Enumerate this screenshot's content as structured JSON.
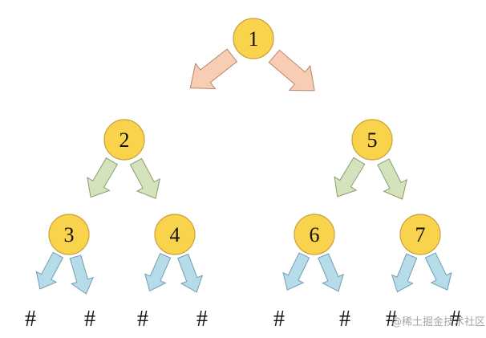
{
  "colors": {
    "node_fill": "#f9d34c",
    "node_stroke": "#c7a13a",
    "arrow_level1_fill": "#f8cdb4",
    "arrow_level1_stroke": "#b5856b",
    "arrow_level2_fill": "#d5e3bc",
    "arrow_level2_stroke": "#8a9d6f",
    "arrow_level3_fill": "#b7dce9",
    "arrow_level3_stroke": "#6f9fb1"
  },
  "nodes": [
    {
      "id": "n1",
      "label": "1"
    },
    {
      "id": "n2",
      "label": "2"
    },
    {
      "id": "n5",
      "label": "5"
    },
    {
      "id": "n3",
      "label": "3"
    },
    {
      "id": "n4",
      "label": "4"
    },
    {
      "id": "n6",
      "label": "6"
    },
    {
      "id": "n7",
      "label": "7"
    }
  ],
  "edges": [
    {
      "from": "1",
      "to": "2",
      "level": 1
    },
    {
      "from": "1",
      "to": "5",
      "level": 1
    },
    {
      "from": "2",
      "to": "3",
      "level": 2
    },
    {
      "from": "2",
      "to": "4",
      "level": 2
    },
    {
      "from": "5",
      "to": "6",
      "level": 2
    },
    {
      "from": "5",
      "to": "7",
      "level": 2
    },
    {
      "from": "3",
      "to": "#",
      "level": 3
    },
    {
      "from": "3",
      "to": "#",
      "level": 3
    },
    {
      "from": "4",
      "to": "#",
      "level": 3
    },
    {
      "from": "4",
      "to": "#",
      "level": 3
    },
    {
      "from": "6",
      "to": "#",
      "level": 3
    },
    {
      "from": "6",
      "to": "#",
      "level": 3
    },
    {
      "from": "7",
      "to": "#",
      "level": 3
    },
    {
      "from": "7",
      "to": "#",
      "level": 3
    }
  ],
  "null_marker": "#",
  "watermark": "@稀土掘金技术社区"
}
